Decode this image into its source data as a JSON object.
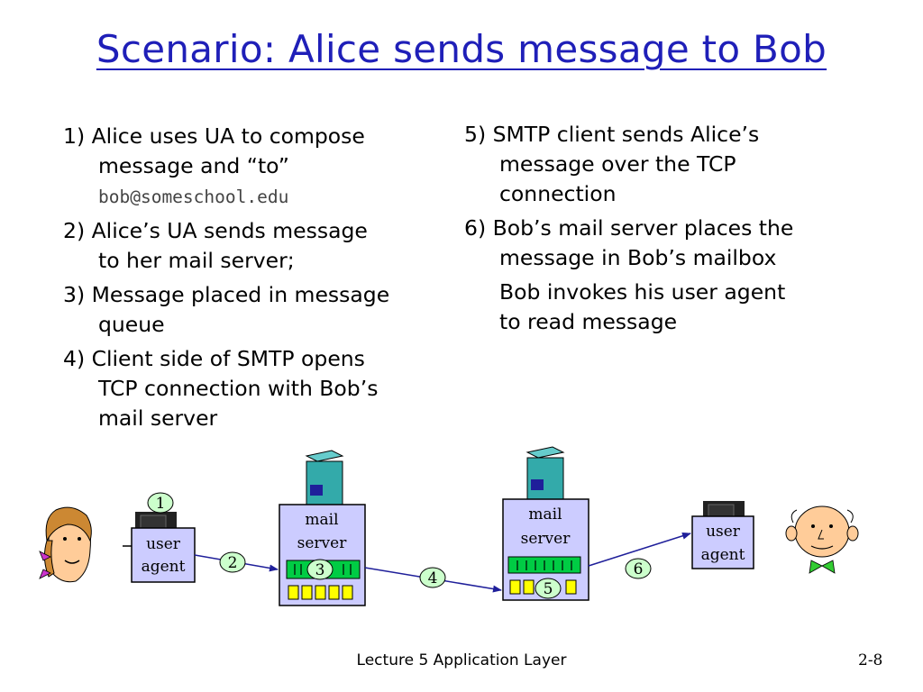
{
  "title": "Scenario: Alice sends message to Bob",
  "left_steps": [
    {
      "line1": "1) Alice uses UA to compose",
      "line2": "message and “to”",
      "line3": "bob@someschool.edu"
    },
    {
      "line1": "2) Alice’s UA sends message",
      "line2": "to her mail server;"
    },
    {
      "line1": "3) Message placed in message",
      "line2": "queue"
    },
    {
      "line1": "4) Client side of SMTP opens",
      "line2": "TCP connection with Bob’s",
      "line3": "mail server"
    }
  ],
  "right_steps": [
    {
      "line1": "5) SMTP client sends Alice’s",
      "line2": "message over the TCP",
      "line3": "connection"
    },
    {
      "line1": "6) Bob’s mail server places the",
      "line2": "message in Bob’s mailbox"
    }
  ],
  "right_note": {
    "line1": "Bob invokes his user agent",
    "line2": "to read message"
  },
  "diagram": {
    "alice_ua": {
      "line1": "user",
      "line2": "agent"
    },
    "alice_server": {
      "line1": "mail",
      "line2": "server"
    },
    "bob_server": {
      "line1": "mail",
      "line2": "server"
    },
    "bob_ua": {
      "line1": "user",
      "line2": "agent"
    },
    "step_numbers": [
      "1",
      "2",
      "3",
      "4",
      "5",
      "6"
    ],
    "colors": {
      "queue": "#00cc44",
      "mailbox": "#ffff00",
      "box_fill": "#ccccff",
      "tower": "#33aaaa"
    }
  },
  "footer": "Lecture 5 Application Layer",
  "page_number": "2-8"
}
